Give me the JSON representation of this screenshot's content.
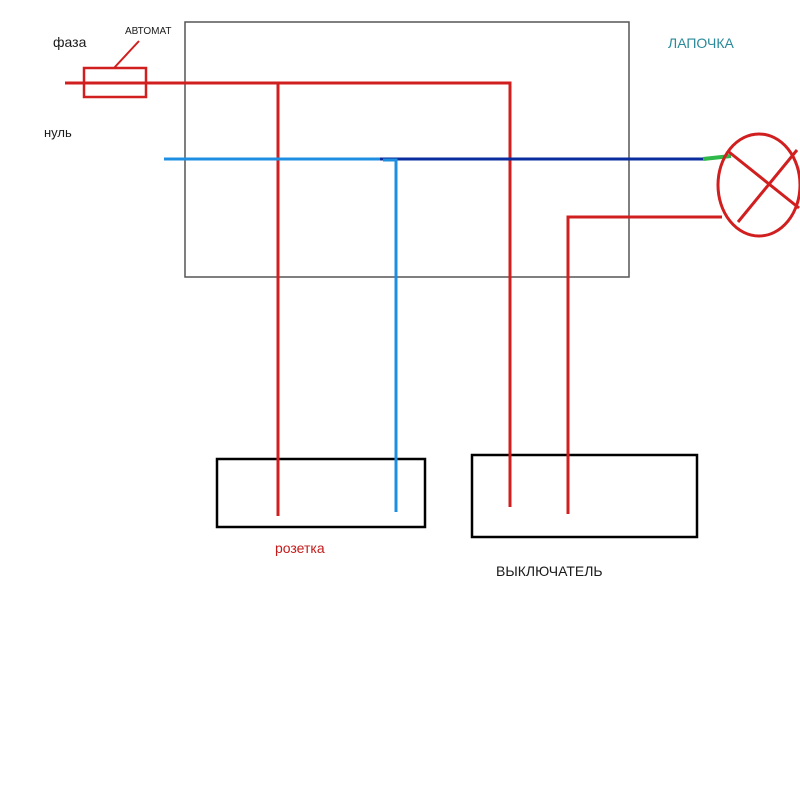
{
  "labels": {
    "phase": "фаза",
    "breaker": "АВТОМАТ",
    "neutral": "нуль",
    "lamp": "ЛАПОЧКА",
    "socket": "розетка",
    "switch": "ВЫКЛЮЧАТЕЛЬ"
  },
  "colors": {
    "phase_wire": "#d11f1f",
    "neutral_wire": "#1e8fe0",
    "neutral_wire_dark": "#0a2c9c",
    "lamp_lead": "#2fb84a",
    "outline": "#000000",
    "junction_box": "#555555"
  }
}
